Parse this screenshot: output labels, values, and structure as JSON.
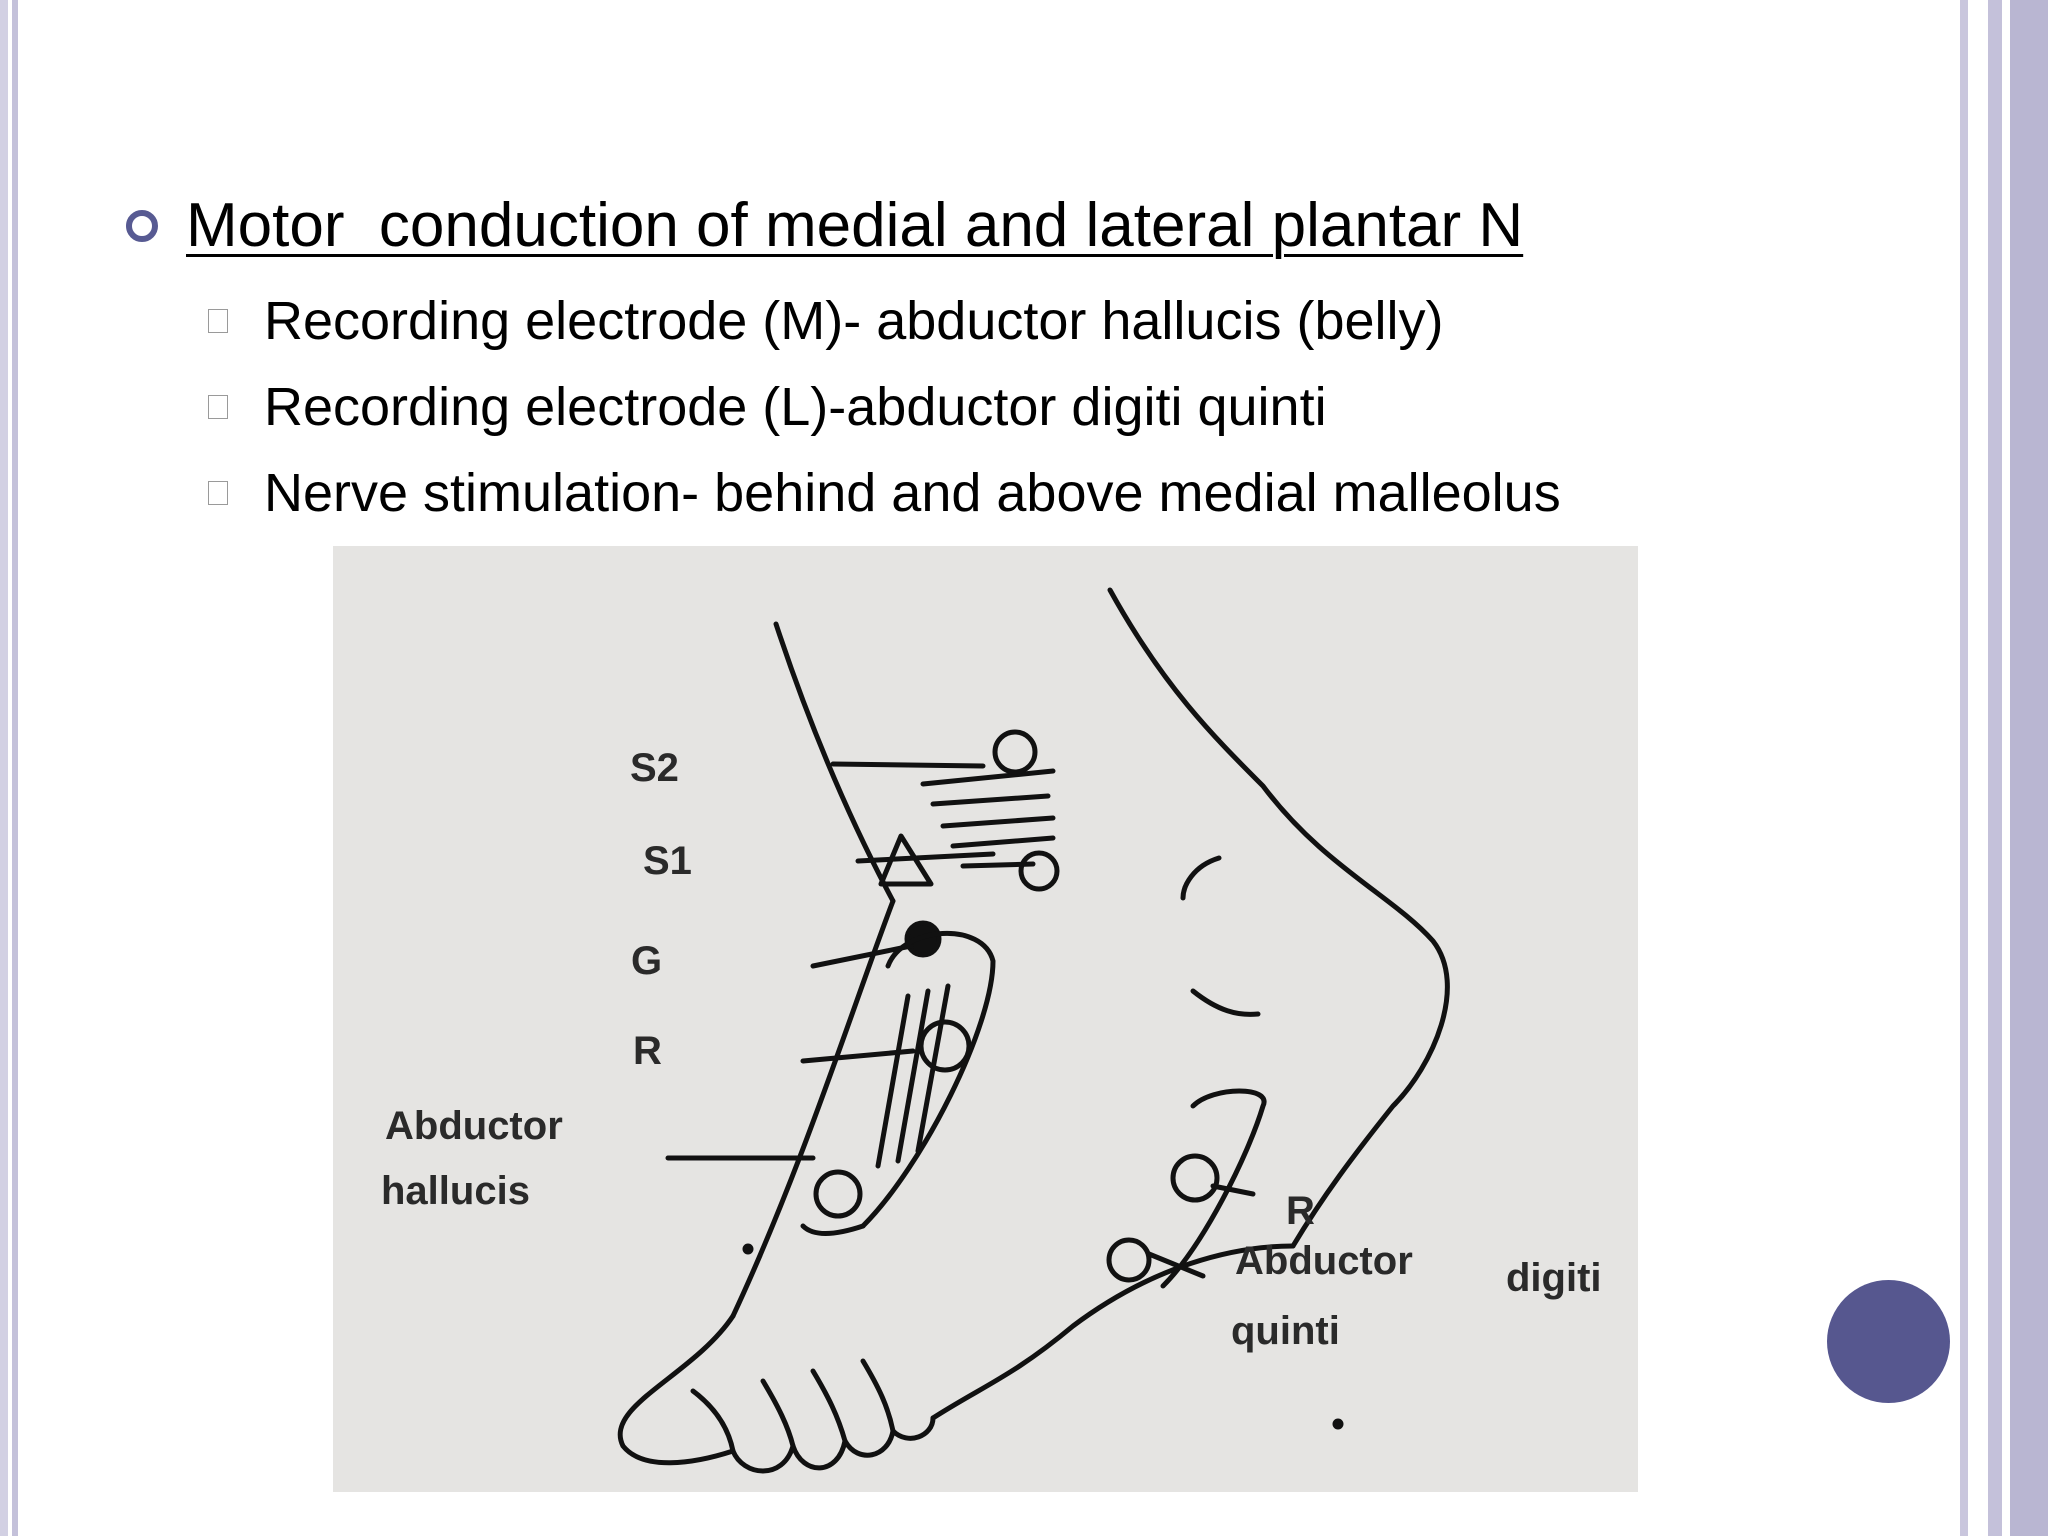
{
  "heading": "Motor  conduction of medial and lateral plantar N",
  "bullets": [
    "Recording electrode (M)- abductor hallucis (belly)",
    "Recording electrode (L)-abductor digiti quinti",
    "Nerve stimulation- behind and above medial malleolus"
  ],
  "figure": {
    "labels": {
      "s2": "S2",
      "s1": "S1",
      "g": "G",
      "r_left": "R",
      "abductor_left": "Abductor",
      "hallucis": "hallucis",
      "r_right": "R",
      "abductor_right": "Abductor",
      "digiti": "digiti",
      "quinti": "quinti"
    }
  },
  "colors": {
    "accent": "#56578f",
    "bullet_ring": "#575a92",
    "figure_bg": "#e5e4e2"
  },
  "icons": {
    "heading_bullet": "ring-bullet-icon",
    "sub_bullet": "square-bullet-icon",
    "nav": "circle-nav-icon"
  }
}
